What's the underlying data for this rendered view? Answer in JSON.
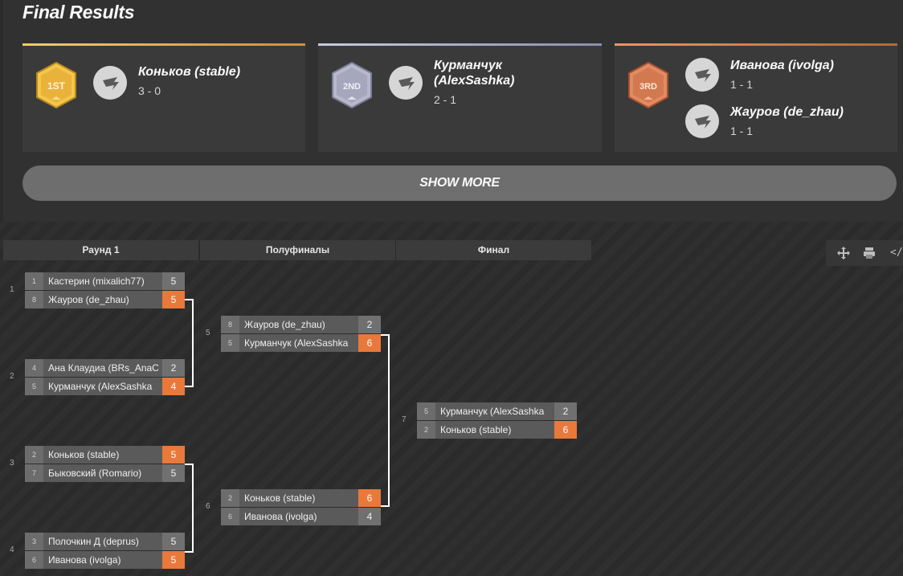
{
  "results": {
    "title": "Final Results",
    "show_more_label": "SHOW MORE",
    "places": [
      {
        "badge_label": "1ST",
        "accent": "#e3b43f",
        "players": [
          {
            "name": "Коньков (stable)",
            "score": "3 - 0"
          }
        ]
      },
      {
        "badge_label": "2ND",
        "accent": "#a2a2c4",
        "players": [
          {
            "name": "Курманчук (AlexSashka)",
            "score": "2 - 1"
          }
        ]
      },
      {
        "badge_label": "3RD",
        "accent": "#d7794a",
        "players": [
          {
            "name": "Иванова (ivolga)",
            "score": "1 - 1"
          },
          {
            "name": "Жауров (de_zhau)",
            "score": "1 - 1"
          }
        ]
      }
    ]
  },
  "bracket": {
    "rounds": [
      "Раунд 1",
      "Полуфиналы",
      "Финал"
    ],
    "matches": [
      {
        "num": "1",
        "p1": {
          "seed": "1",
          "name": "Кастерин (mixalich77)",
          "score": "5",
          "win": false
        },
        "p2": {
          "seed": "8",
          "name": "Жауров (de_zhau)",
          "score": "5",
          "win": true
        }
      },
      {
        "num": "2",
        "p1": {
          "seed": "4",
          "name": "Ана Клаудиа (BRs_AnaC",
          "score": "2",
          "win": false
        },
        "p2": {
          "seed": "5",
          "name": "Курманчук (AlexSashka",
          "score": "4",
          "win": true
        }
      },
      {
        "num": "3",
        "p1": {
          "seed": "2",
          "name": "Коньков (stable)",
          "score": "5",
          "win": true
        },
        "p2": {
          "seed": "7",
          "name": "Быковский (Romario)",
          "score": "5",
          "win": false
        }
      },
      {
        "num": "4",
        "p1": {
          "seed": "3",
          "name": "Полочкин Д (deprus)",
          "score": "5",
          "win": false
        },
        "p2": {
          "seed": "6",
          "name": "Иванова (ivolga)",
          "score": "5",
          "win": true
        }
      },
      {
        "num": "5",
        "p1": {
          "seed": "8",
          "name": "Жауров (de_zhau)",
          "score": "2",
          "win": false
        },
        "p2": {
          "seed": "5",
          "name": "Курманчук (AlexSashka",
          "score": "6",
          "win": true
        }
      },
      {
        "num": "6",
        "p1": {
          "seed": "2",
          "name": "Коньков (stable)",
          "score": "6",
          "win": true
        },
        "p2": {
          "seed": "6",
          "name": "Иванова (ivolga)",
          "score": "4",
          "win": false
        }
      },
      {
        "num": "7",
        "p1": {
          "seed": "5",
          "name": "Курманчук (AlexSashka",
          "score": "2",
          "win": false
        },
        "p2": {
          "seed": "2",
          "name": "Коньков (stable)",
          "score": "6",
          "win": true
        }
      }
    ]
  },
  "toolbar": {
    "icons": [
      "move-icon",
      "print-icon",
      "code-icon"
    ],
    "code_glyph": "</"
  }
}
